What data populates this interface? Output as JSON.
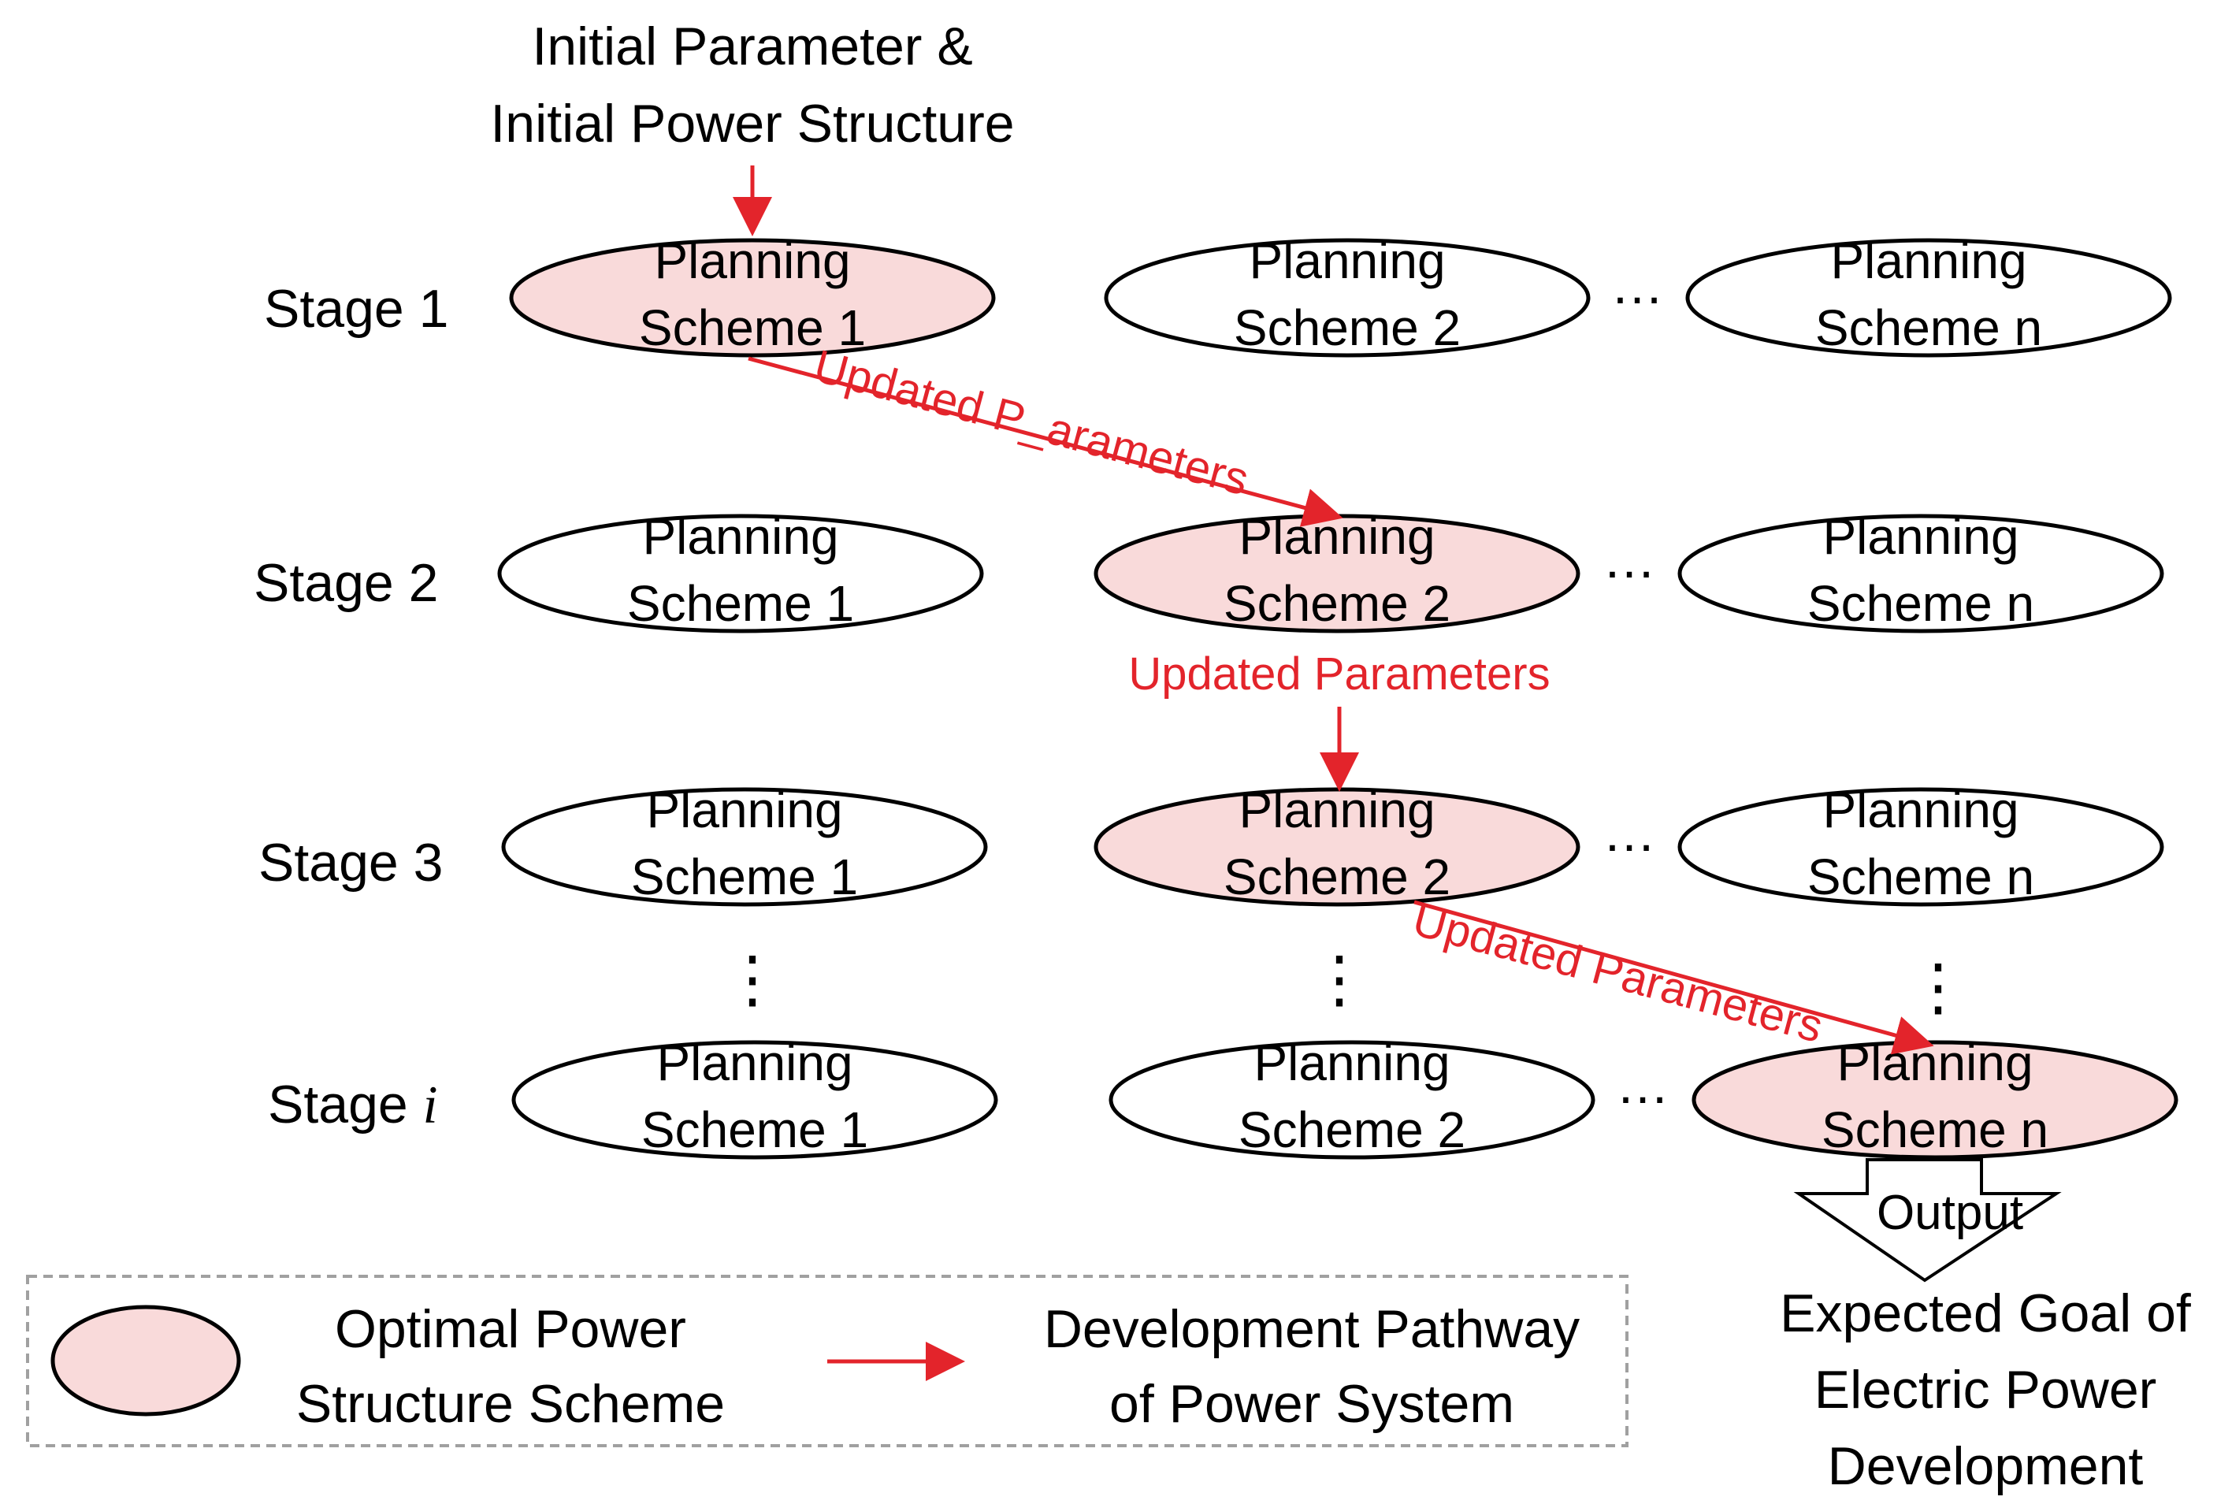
{
  "top_input": {
    "line1": "Initial Parameter &",
    "line2": "Initial Power Structure"
  },
  "stages": [
    {
      "label": "Stage 1"
    },
    {
      "label": "Stage 2"
    },
    {
      "label": "Stage 3"
    },
    {
      "label_prefix": "Stage ",
      "label_var": "i"
    }
  ],
  "scheme_word": "Planning",
  "scheme_names": [
    "Scheme 1",
    "Scheme 2",
    "Scheme n"
  ],
  "ellipsis": "…",
  "vdots": "⋮",
  "optimal_path": [
    0,
    1,
    1,
    2
  ],
  "arrow_labels": {
    "stage1_to_2": "Updated P_arameters",
    "stage2_to_3": "Updated Parameters",
    "stage3_to_i": "Updated Parameters"
  },
  "output": {
    "arrow_label": "Output",
    "goal_line1": "Expected Goal of",
    "goal_line2": "Electric Power",
    "goal_line3": "Development"
  },
  "legend": {
    "optimal_line1": "Optimal Power",
    "optimal_line2": "Structure Scheme",
    "path_line1": "Development Pathway",
    "path_line2": "of Power System"
  },
  "colors": {
    "optimal_fill": "#f9dada",
    "normal_fill": "#ffffff",
    "arrow": "#e3242b",
    "outline": "#000000",
    "legend_border": "#a0a0a0"
  }
}
